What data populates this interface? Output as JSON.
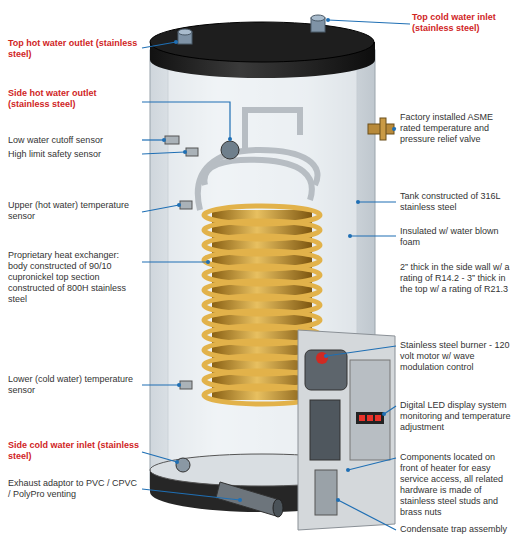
{
  "diagram": {
    "labels": [
      "Top hot water outlet (stainless steel)",
      "Top cold water inlet (stainless steel)",
      "Side hot water outlet (stainless steel)",
      "Low water cutoff sensor",
      "High limit safety sensor",
      "Factory installed ASME rated temperature and pressure relief valve",
      "Upper (hot water) temperature sensor",
      "Tank constructed of 316L stainless steel",
      "Insulated w/ water blown foam",
      "Proprietary heat exchanger: body constructed of 90/10 cupronickel top section constructed of 800H stainless steel",
      "2” thick in the side wall w/ a rating of R14.2 - 3” thick in the top w/ a rating of R21.3",
      "Stainless steel burner - 120 volt motor w/ wave modulation control",
      "Lower (cold water) temperature sensor",
      "Digital LED display system monitoring and temperature adjustment",
      "Components located on front of heater for easy service access, all related hardware is made of stainless steel studs and brass nuts",
      "Side cold water inlet (stainless steel)",
      "Exhaust adaptor to PVC / CPVC / PolyPro venting",
      "Condensate trap assembly"
    ]
  }
}
